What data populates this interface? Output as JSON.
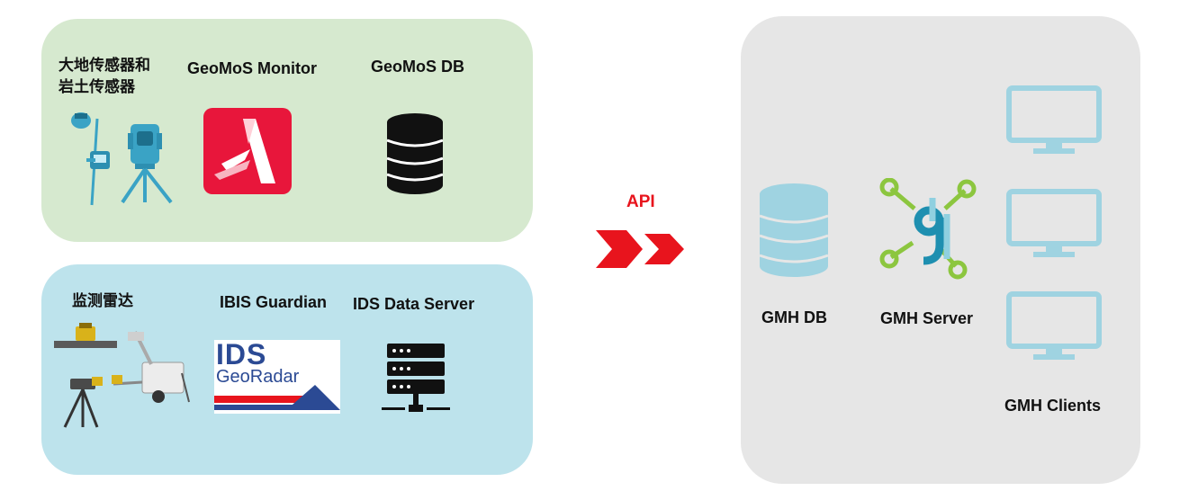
{
  "top_panel": {
    "sensors_label_line1": "大地传感器和",
    "sensors_label_line2": "岩土传感器",
    "monitor_label": "GeoMoS Monitor",
    "db_label": "GeoMoS DB"
  },
  "bottom_panel": {
    "radar_label": "监测雷达",
    "guardian_label": "IBIS Guardian",
    "ids_server_label": "IDS Data Server",
    "ids_logo_line1": "IDS",
    "ids_logo_line2": "GeoRadar"
  },
  "connector": {
    "api_label": "API"
  },
  "right_panel": {
    "gmh_db_label": "GMH DB",
    "gmh_server_label": "GMH Server",
    "gmh_clients_label": "GMH Clients"
  },
  "colors": {
    "green_panel": "#d6e9cf",
    "blue_panel": "#bde3ec",
    "grey_panel": "#e6e6e6",
    "accent_red": "#e8141d",
    "icon_blue": "#9fd3e1",
    "gmh_green": "#8cc63f",
    "gmh_teal": "#1e8fb0"
  }
}
